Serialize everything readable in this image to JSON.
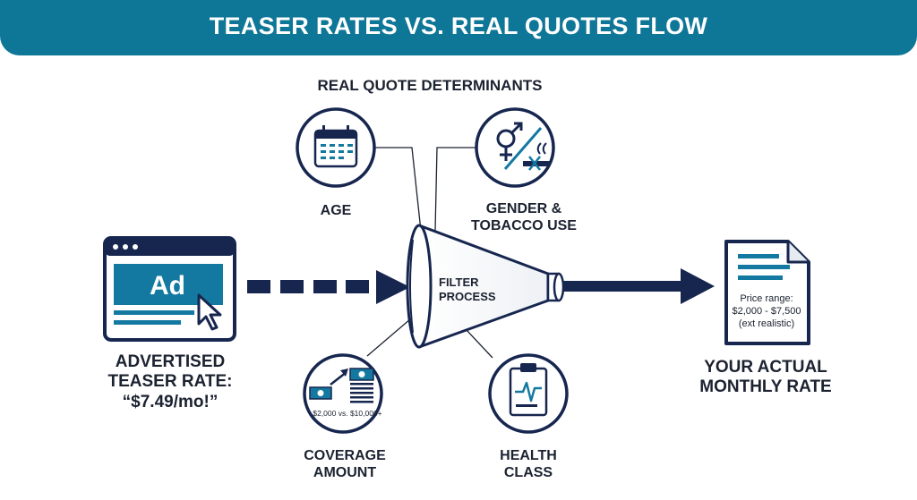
{
  "title": "TEASER RATES VS. REAL QUOTES FLOW",
  "determinants_heading": "REAL QUOTE DETERMINANTS",
  "ad": {
    "icon_text": "Ad",
    "label_line1": "ADVERTISED",
    "label_line2": "TEASER RATE:",
    "label_line3": "“$7.49/mo!”"
  },
  "filter": {
    "line1": "FILTER",
    "line2": "PROCESS"
  },
  "determinants": {
    "age": {
      "label": "AGE",
      "icon": "calendar-icon"
    },
    "gender_tobacco": {
      "label_line1": "GENDER &",
      "label_line2": "TOBACCO USE",
      "icon": "gender-tobacco-icon"
    },
    "coverage": {
      "label_line1": "COVERAGE",
      "label_line2": "AMOUNT",
      "icon": "money-growth-icon",
      "caption": "$2,000 vs. $10,000+"
    },
    "health": {
      "label_line1": "HEALTH",
      "label_line2": "CLASS",
      "icon": "clipboard-heartbeat-icon"
    }
  },
  "result": {
    "doc_line1": "Price range:",
    "doc_line2": "$2,000 - $7,500",
    "doc_line3": "(ext realistic)",
    "label_line1": "YOUR ACTUAL",
    "label_line2": "MONTHLY RATE",
    "icon": "document-icon"
  },
  "colors": {
    "banner": "#0e7696",
    "navy": "#16264f",
    "teal": "#1479a0",
    "text": "#1b2230"
  }
}
